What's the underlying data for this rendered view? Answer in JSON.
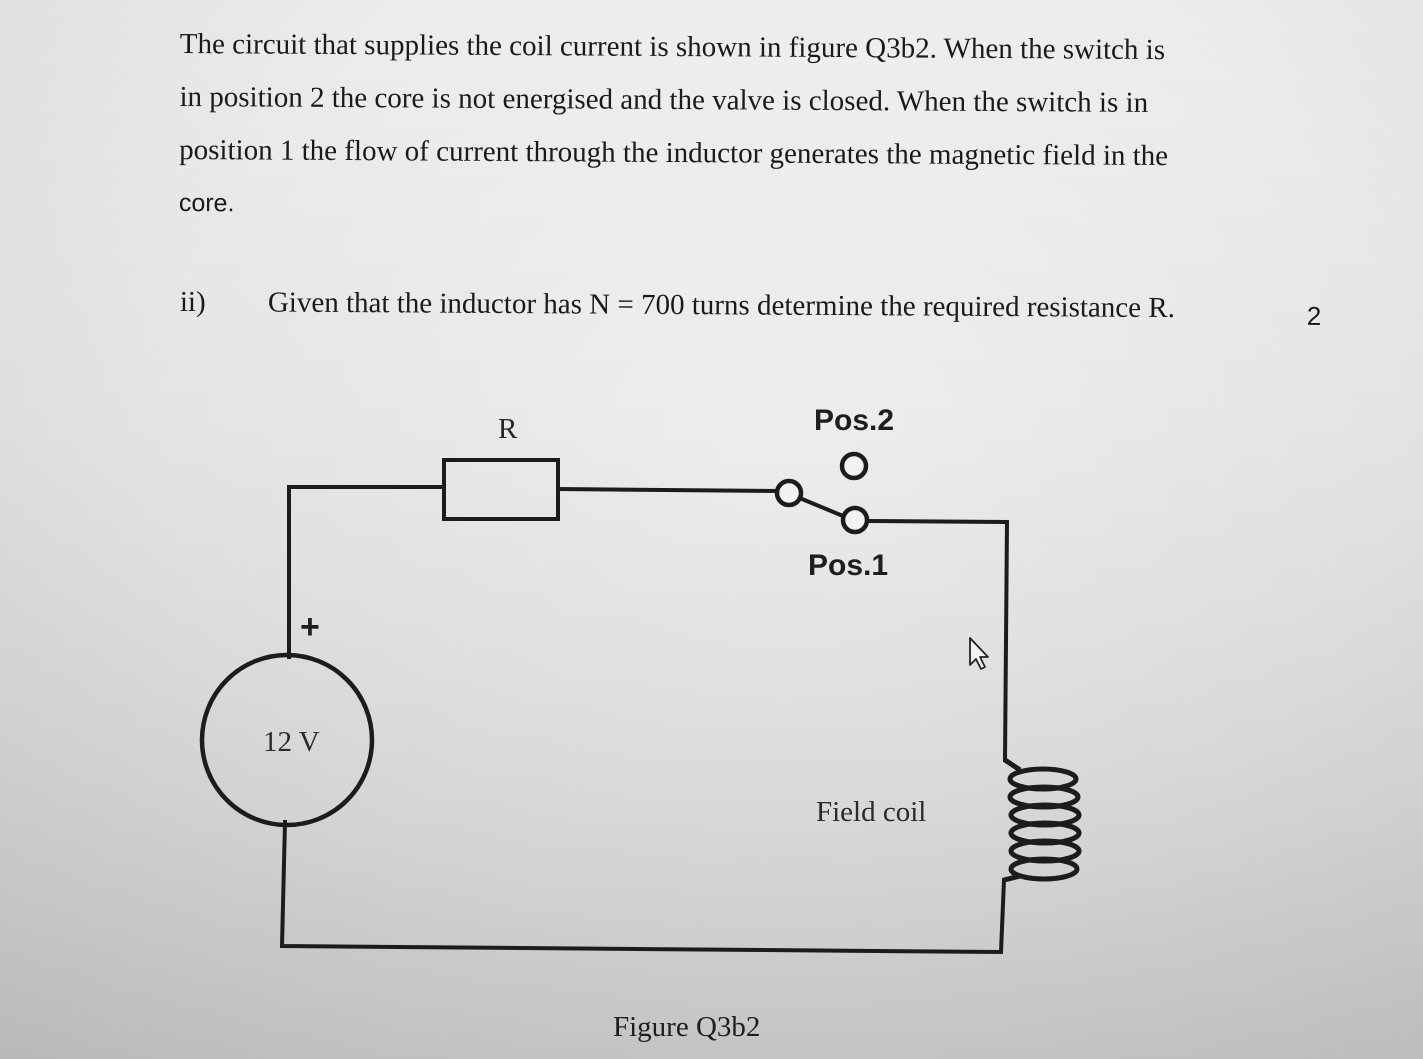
{
  "paragraph": {
    "line1": "The circuit that supplies the coil current is shown in figure Q3b2. When the switch is",
    "line2": "in position 2 the core is not energised and the valve is closed. When the switch is in",
    "line3": "position 1 the flow of current through the inductor generates the magnetic field in the",
    "line4": "core."
  },
  "question": {
    "number": "ii)",
    "text": "Given that the inductor has N = 700 turns determine the required resistance R.",
    "marks": "2"
  },
  "figure": {
    "resistor_label": "R",
    "switch_pos2_label": "Pos.2",
    "switch_pos1_label": "Pos.1",
    "source_polarity": "+",
    "source_voltage": "12 V",
    "coil_label": "Field coil",
    "caption": "Figure Q3b2"
  },
  "icons": {
    "cursor": "mouse-pointer-icon"
  }
}
